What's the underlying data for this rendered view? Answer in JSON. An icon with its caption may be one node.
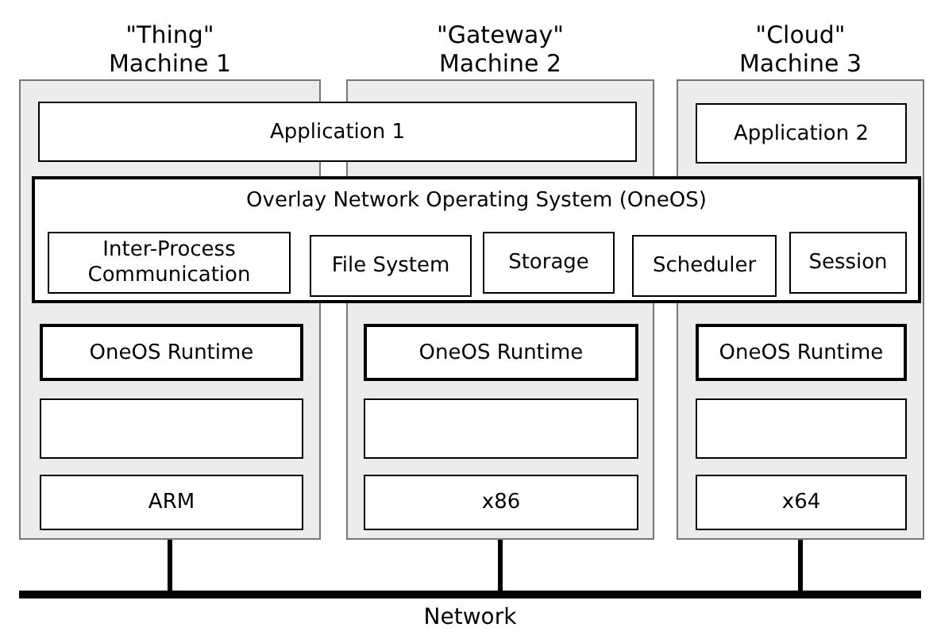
{
  "diagram": {
    "nodes": [
      {
        "text": [
          "\"Thing\" Machine 1"
        ]
      },
      {
        "text": [
          "\"Gateway\" Machine 2"
        ]
      },
      {
        "text": [
          "\"Cloud\" Machine 3"
        ]
      },
      {
        "text": [
          "Application 1"
        ]
      },
      {
        "text": [
          "Application 2"
        ],
        "in": 2
      },
      {
        "text": [
          "Overlay Network Operating System (OneOS)"
        ]
      },
      {
        "text": [
          "Inter-Process Communication"
        ]
      },
      {
        "text": [
          "File System"
        ],
        "in": 5
      },
      {
        "text": [
          "Storage"
        ]
      },
      {
        "text": [
          "Scheduler"
        ],
        "in": 5
      },
      {
        "text": [
          "Session"
        ]
      },
      {
        "text": [
          "OneOS Runtime"
        ],
        "in": 0
      },
      {
        "text": [],
        "shape": "box",
        "in": 0
      },
      {
        "text": [
          "ARM"
        ],
        "in": 0
      },
      {
        "text": [
          "OneOS Runtime"
        ],
        "in": 1
      },
      {
        "text": [],
        "shape": "box",
        "in": 1
      },
      {
        "text": [
          "x86"
        ],
        "in": 1
      },
      {
        "text": [
          "OneOS Runtime"
        ],
        "in": 2
      },
      {
        "text": [],
        "shape": "box",
        "in": 2
      },
      {
        "text": [
          "x64"
        ],
        "in": 2
      },
      {
        "text": [
          "Network"
        ]
      }
    ],
    "edges": [
      {
        "from": 0,
        "to": 20,
        "arrow": "none"
      },
      {
        "from": 1,
        "to": 20,
        "arrow": "none"
      },
      {
        "from": 2,
        "to": 20,
        "arrow": "none"
      }
    ]
  }
}
